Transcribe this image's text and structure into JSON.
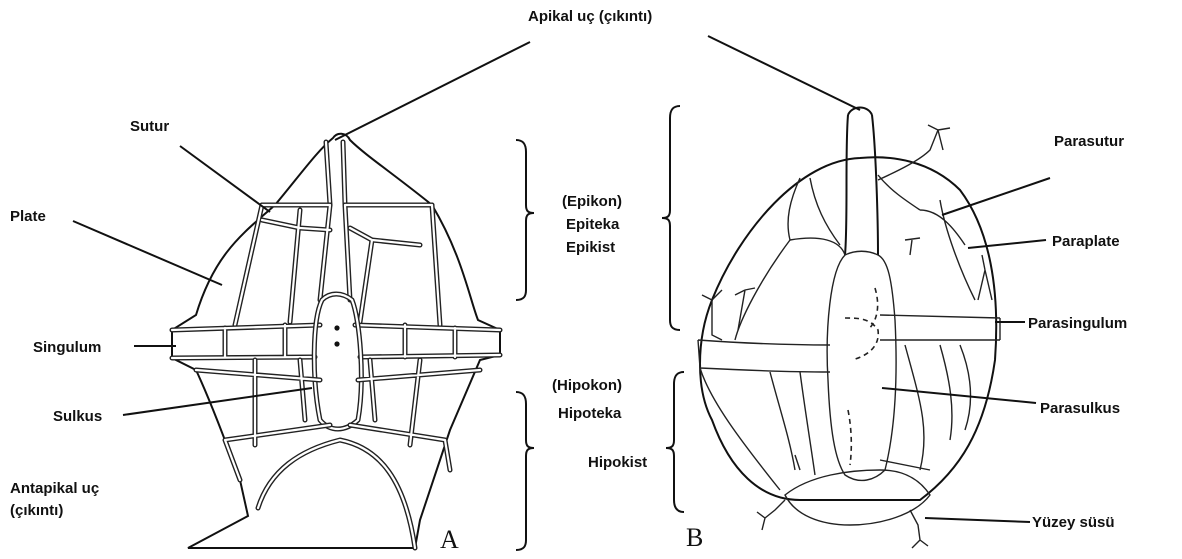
{
  "labels": {
    "apical": "Apikal uç (çıkıntı)",
    "sutur": "Sutur",
    "plate": "Plate",
    "singulum": "Singulum",
    "sulkus": "Sulkus",
    "antapical_1": "Antapikal uç",
    "antapical_2": "(çıkıntı)",
    "epi_1": "(Epikon)",
    "epi_2": "Epiteka",
    "epi_3": "Epikist",
    "hipo_1": "(Hipokon)",
    "hipo_2": "Hipoteka",
    "hipo_3": "Hipokist",
    "parasutur": "Parasutur",
    "paraplate": "Paraplate",
    "parasingulum": "Parasingulum",
    "parasulkus": "Parasulkus",
    "yuzey": "Yüzey süsü"
  },
  "panels": {
    "a": "A",
    "b": "B"
  }
}
